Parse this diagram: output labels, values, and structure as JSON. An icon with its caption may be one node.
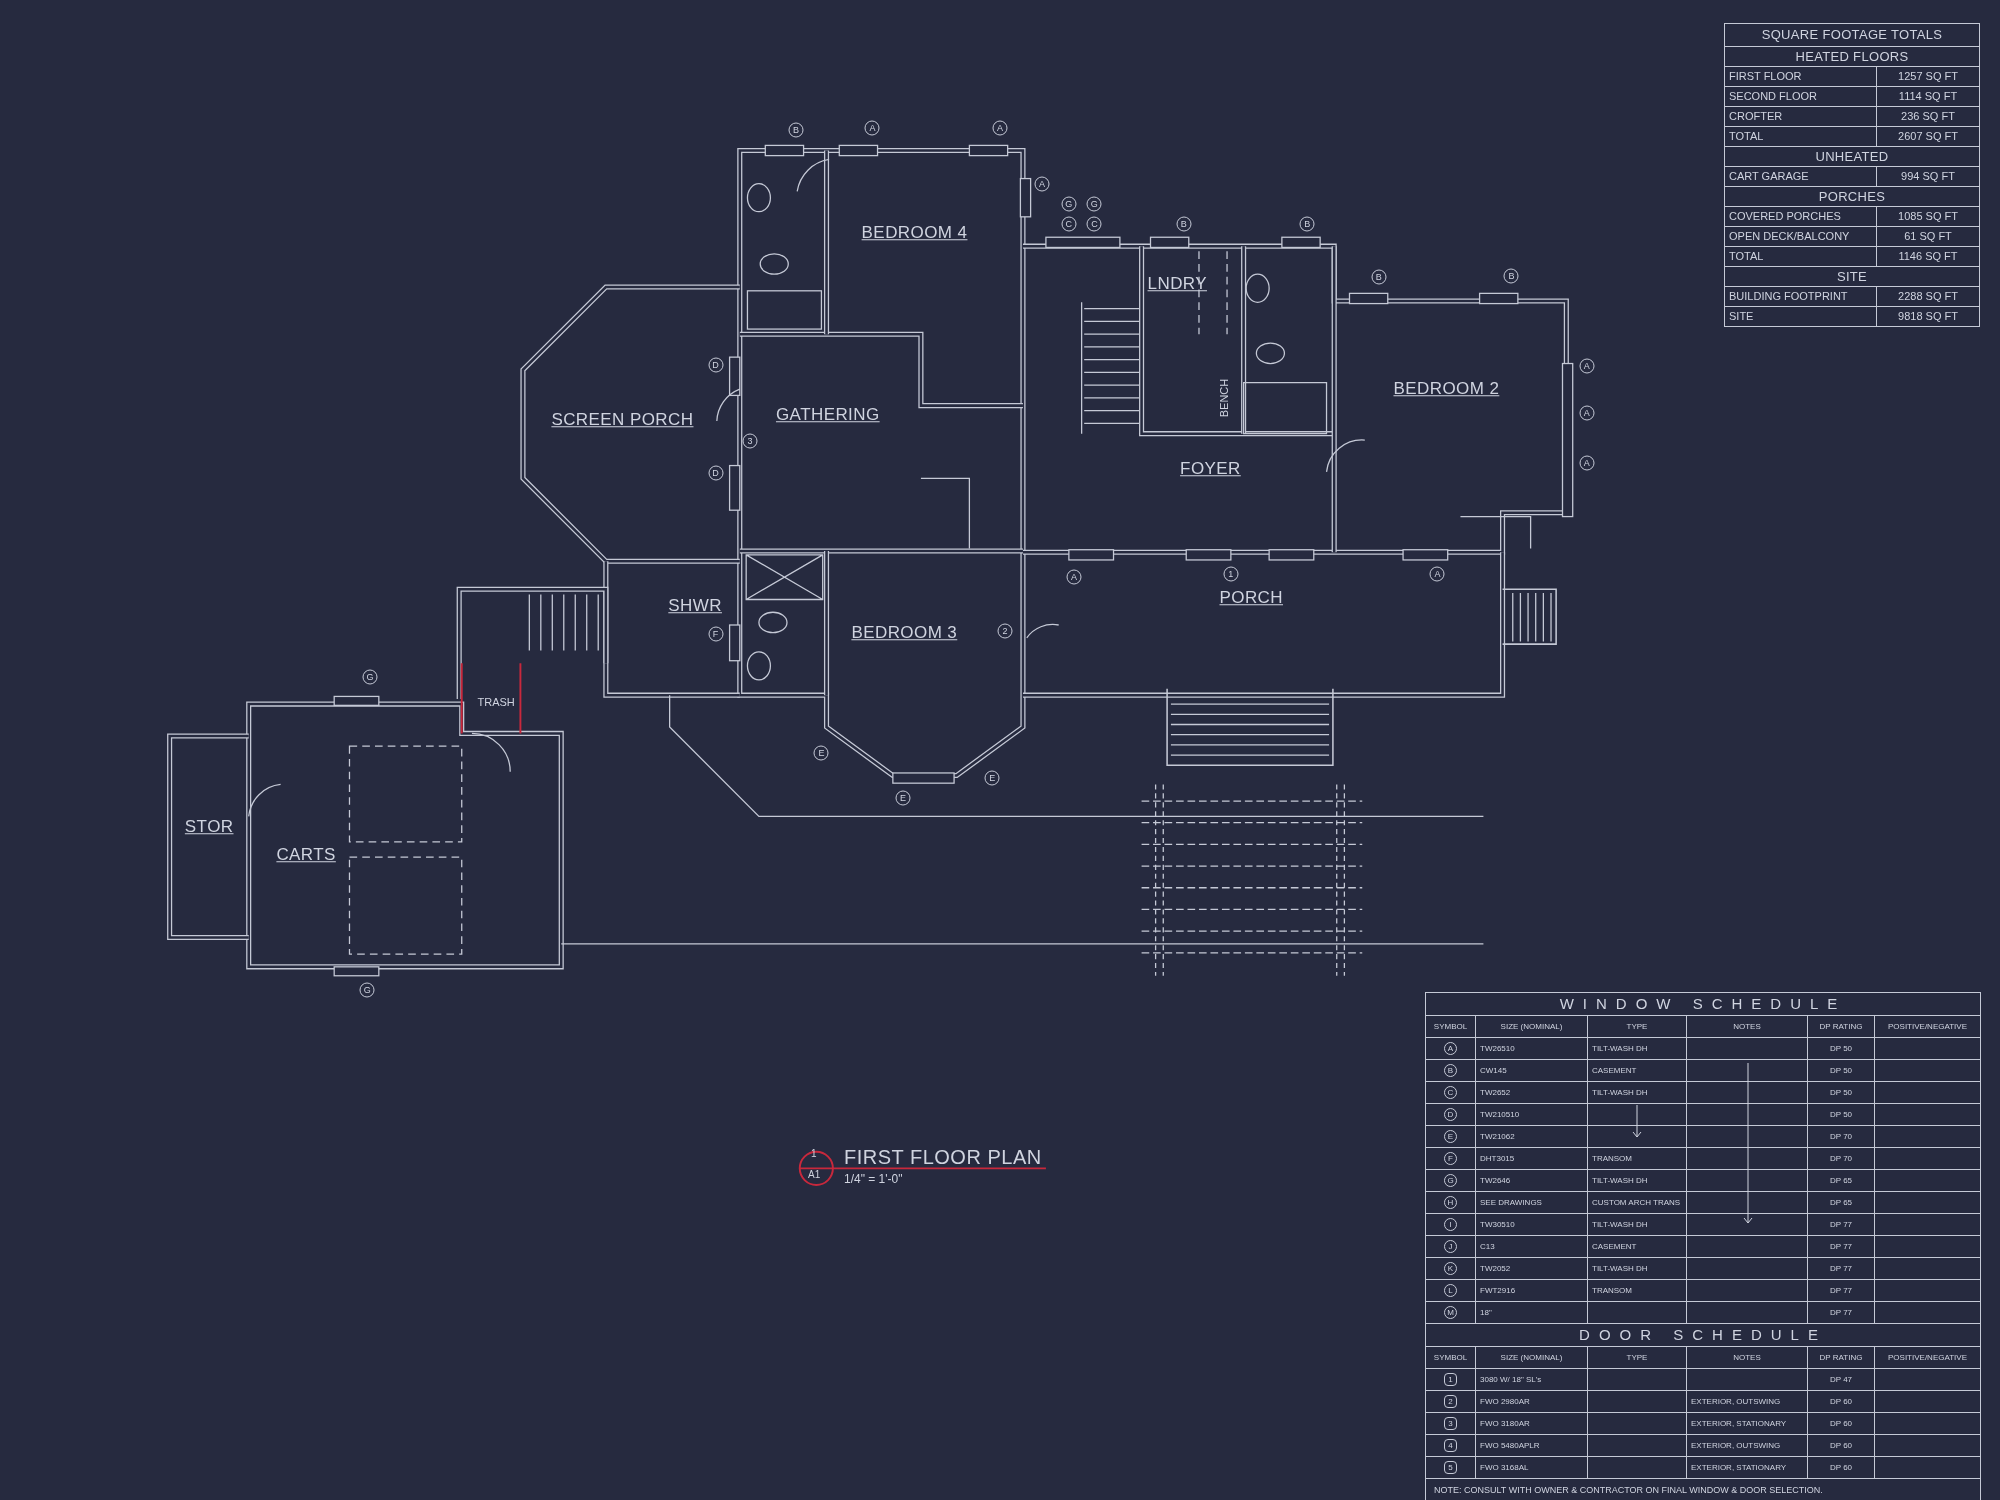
{
  "diagram": {
    "title": "FIRST FLOOR PLAN",
    "labels": [
      "BEDROOM 4",
      "B",
      "A",
      "A",
      "A",
      "G",
      "G",
      "C",
      "C",
      "B",
      "B",
      "LNDRY",
      "B",
      "B",
      "D",
      "A",
      "BENCH",
      "BEDROOM 2",
      "GATHERING",
      "SCREEN PORCH",
      "3",
      "A",
      "FOYER",
      "D",
      "A",
      "A",
      "1",
      "A",
      "PORCH",
      "SHWR",
      "BEDROOM 3",
      "2",
      "F",
      "G",
      "TRASH",
      "E",
      "E",
      "E",
      "STOR",
      "CARTS",
      "G",
      "1",
      "A1",
      "1/4\" = 1'-0\"",
      "SQUARE FOOTAGE TOTALS",
      "HEATED FLOORS",
      "FIRST FLOOR",
      "1257 SQ FT",
      "SECOND FLOOR",
      "1114 SQ FT",
      "CROFTER",
      "236 SQ FT",
      "TOTAL",
      "2607 SQ FT",
      "UNHEATED",
      "CART GARAGE",
      "994 SQ FT",
      "PORCHES",
      "COVERED PORCHES",
      "1085 SQ FT",
      "OPEN DECK/BALCONY",
      "61 SQ FT",
      "TOTAL",
      "1146 SQ FT",
      "SITE",
      "BUILDING FOOTPRINT",
      "2288 SQ FT",
      "SITE",
      "9818 SQ FT",
      "WINDOW SCHEDULE",
      "SYMBOL",
      "SIZE (NOMINAL)",
      "TYPE",
      "NOTES",
      "DP RATING",
      "POSITIVE/NEGATIVE",
      "A",
      "TW26510",
      "TILT-WASH DH",
      "DP 50",
      "B",
      "CW145",
      "CASEMENT",
      "DP 50",
      "C",
      "TW2652",
      "TILT-WASH DH",
      "DP 50",
      "D",
      "TW210510",
      "DP 50",
      "E",
      "TW21062",
      "DP 70",
      "F",
      "DHT3015",
      "TRANSOM",
      "DP 70",
      "G",
      "TW2646",
      "TILT-WASH DH",
      "DP 65",
      "H",
      "SEE DRAWINGS",
      "CUSTOM ARCH TRANS",
      "DP 65",
      "I",
      "TW30510",
      "TILT-WASH DH",
      "DP 77",
      "J",
      "C13",
      "CASEMENT",
      "DP 77",
      "K",
      "TW2052",
      "TILT-WASH DH",
      "DP 77",
      "L",
      "FWT2916",
      "TRANSOM",
      "DP 77",
      "M",
      "18\"",
      "DP 77",
      "DOOR SCHEDULE",
      "SYMBOL",
      "SIZE (NOMINAL)",
      "TYPE",
      "NOTES",
      "DP RATING",
      "POSITIVE/NEGATIVE",
      "1",
      "3080 W/ 18\" SL's",
      "DP 47",
      "2",
      "FWO 2980AR",
      "EXTERIOR, OUTSWING",
      "DP 60",
      "3",
      "FWO 3180AR",
      "EXTERIOR, STATIONARY",
      "DP 60",
      "4",
      "FWO 5480APLR",
      "EXTERIOR, OUTSWING",
      "DP 60",
      "5",
      "FWO 3168AL",
      "EXTERIOR, STATIONARY",
      "DP 60",
      "NOTE: CONSULT WITH OWNER & CONTRACTOR ON FINAL WINDOW & DOOR SELECTION."
    ]
  }
}
